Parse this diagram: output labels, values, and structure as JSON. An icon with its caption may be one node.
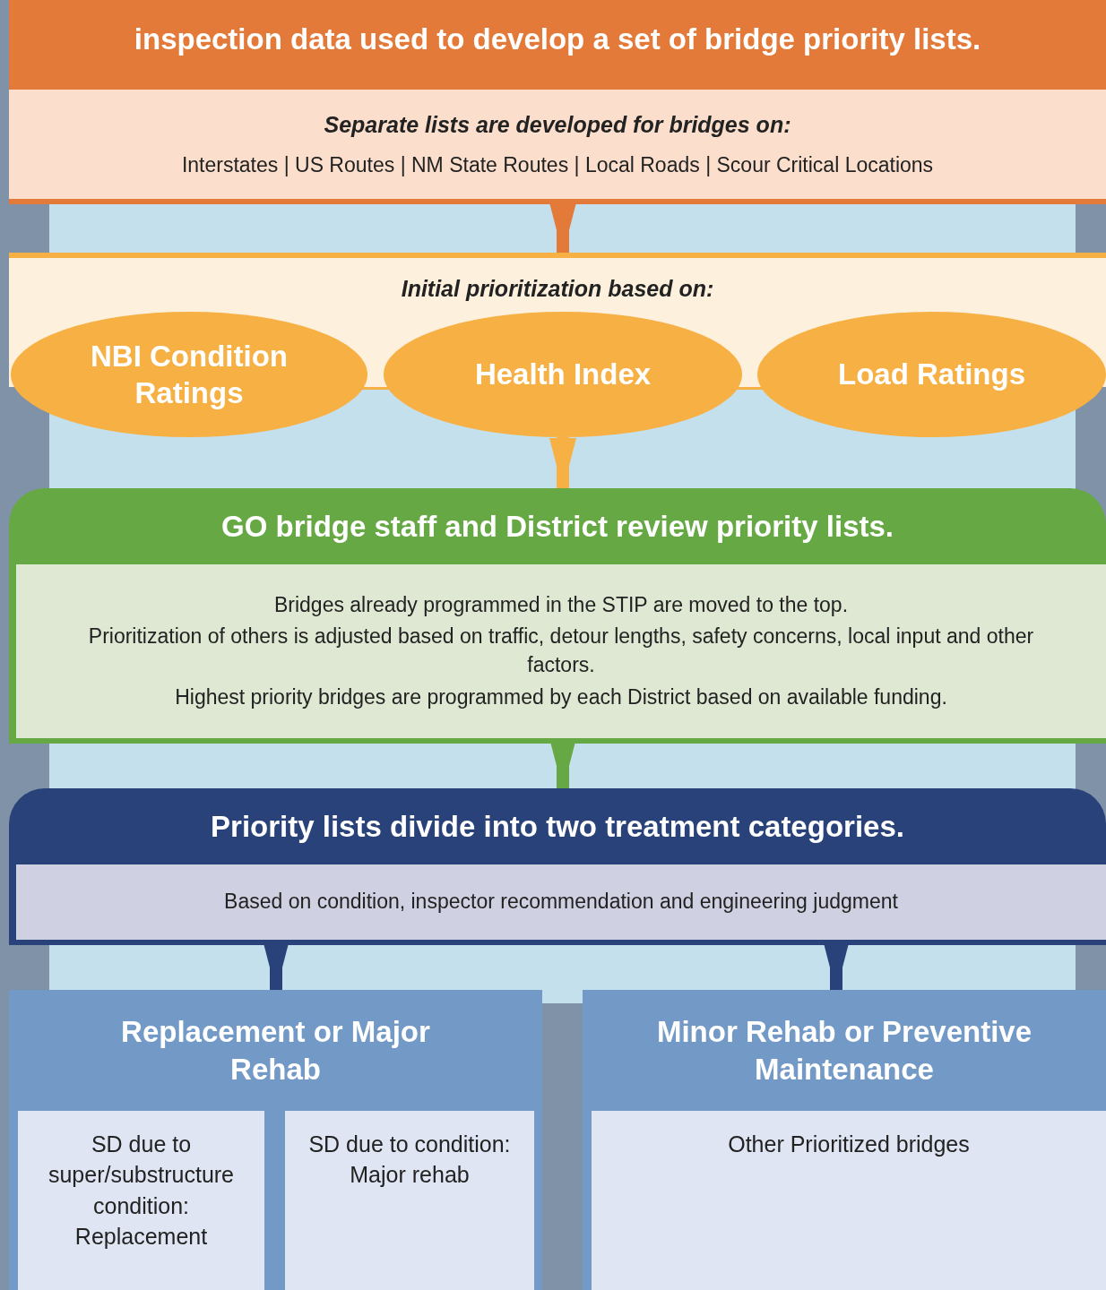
{
  "diagram": {
    "nodes": [
      {
        "text": [
          "inspection data used to develop a set of bridge priority lists.",
          "Separate lists are developed for bridges on:",
          "Interstates | US Routes | NM State Routes | Local Roads | Scour Critical Locations"
        ]
      },
      {
        "text": [
          "Initial prioritization based on:"
        ]
      },
      {
        "text": [
          "NBI Condition Ratings"
        ]
      },
      {
        "text": [
          "Health Index"
        ]
      },
      {
        "text": [
          "Load Ratings"
        ]
      },
      {
        "text": [
          "GO bridge staff and District review priority lists.",
          "Bridges already programmed in the STIP are moved to the top.",
          "Prioritization of others is adjusted based on traffic, detour lengths, safety concerns, local input and other factors.",
          "Highest priority bridges are programmed by each District based on available funding."
        ]
      },
      {
        "text": [
          "Priority lists divide into two treatment categories.",
          "Based on condition, inspector recommendation and engineering judgment"
        ]
      },
      {
        "text": [
          "Replacement or Major Rehab"
        ]
      },
      {
        "text": [
          "SD due to super/substructure condition: Replacement"
        ],
        "in": 7
      },
      {
        "text": [
          "SD due to condition: Major rehab"
        ],
        "in": 7
      },
      {
        "text": [
          "Minor Rehab or Preventive Maintenance"
        ]
      },
      {
        "text": [
          "Other Prioritized bridges"
        ],
        "in": 10
      }
    ],
    "edges": [
      {
        "from": 0,
        "to": 1,
        "arrow": "to",
        "color": "#e37a3a"
      },
      {
        "from": 2,
        "to": 3,
        "arrow": "none",
        "color": "#f7b044"
      },
      {
        "from": 3,
        "to": 4,
        "arrow": "none",
        "color": "#f7b044"
      },
      {
        "from": 3,
        "to": 5,
        "arrow": "to",
        "color": "#f7b044"
      },
      {
        "from": 5,
        "to": 6,
        "arrow": "to",
        "color": "#66a844"
      },
      {
        "from": 6,
        "to": 7,
        "arrow": "to",
        "color": "#29427a"
      },
      {
        "from": 6,
        "to": 10,
        "arrow": "to",
        "color": "#29427a"
      }
    ]
  }
}
